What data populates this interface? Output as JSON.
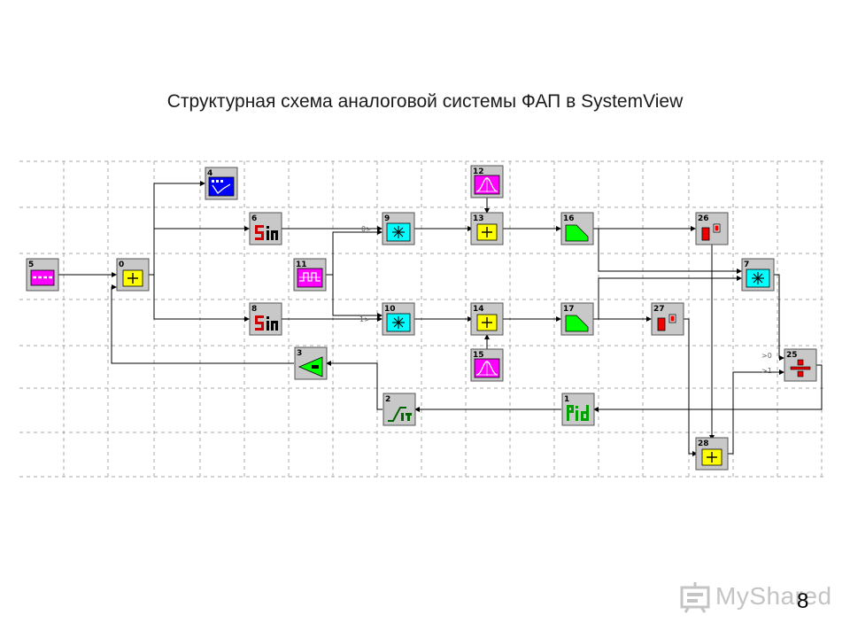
{
  "title": "Структурная схема аналоговой системы ФАП в SystemView",
  "slide_number": "8",
  "watermark": {
    "text": "MyShared"
  },
  "blocks": [
    {
      "id": "5",
      "icon": "dashed-source-icon",
      "color": "#ff00ff"
    },
    {
      "id": "0",
      "icon": "plus-icon",
      "color": "#ffff00"
    },
    {
      "id": "4",
      "icon": "sink-graph-icon",
      "color": "#0000ff"
    },
    {
      "id": "6",
      "icon": "sin-icon",
      "color": "#c0c0c0"
    },
    {
      "id": "8",
      "icon": "sin-icon",
      "color": "#c0c0c0"
    },
    {
      "id": "11",
      "icon": "pulse-icon",
      "color": "#ff00ff"
    },
    {
      "id": "9",
      "icon": "multiply-icon",
      "color": "#00ffff"
    },
    {
      "id": "10",
      "icon": "multiply-icon",
      "color": "#00ffff"
    },
    {
      "id": "12",
      "icon": "gauss-icon",
      "color": "#ff00ff"
    },
    {
      "id": "13",
      "icon": "plus-icon",
      "color": "#ffff00"
    },
    {
      "id": "14",
      "icon": "plus-icon",
      "color": "#ffff00"
    },
    {
      "id": "15",
      "icon": "gauss-icon",
      "color": "#ff00ff"
    },
    {
      "id": "16",
      "icon": "lowpass-filter-icon",
      "color": "#00ff00"
    },
    {
      "id": "17",
      "icon": "lowpass-filter-icon",
      "color": "#00ff00"
    },
    {
      "id": "26",
      "icon": "sampler-icon",
      "color": "#c0c0c0"
    },
    {
      "id": "27",
      "icon": "sampler-icon",
      "color": "#c0c0c0"
    },
    {
      "id": "7",
      "icon": "multiply-icon",
      "color": "#00ffff"
    },
    {
      "id": "25",
      "icon": "divide-icon",
      "color": "#c0c0c0"
    },
    {
      "id": "3",
      "icon": "gain-icon",
      "color": "#00ff00"
    },
    {
      "id": "2",
      "icon": "limiter-icon",
      "color": "#c0c0c0"
    },
    {
      "id": "1",
      "icon": "pid-icon",
      "color": "#00ff00"
    },
    {
      "id": "28",
      "icon": "plus-icon",
      "color": "#ffff00"
    }
  ],
  "port_labels": {
    "p9": "0>",
    "p10": "1>",
    "p25a": ">0",
    "p25b": ">1"
  }
}
